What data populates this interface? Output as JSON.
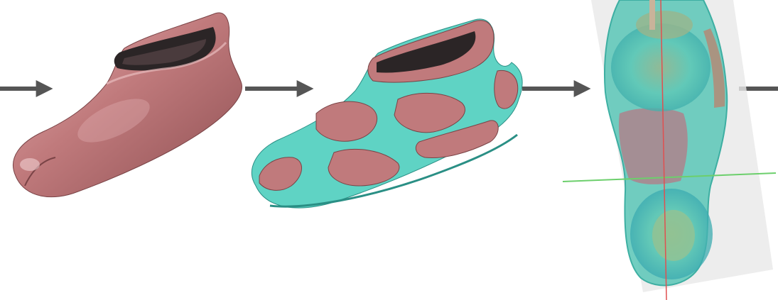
{
  "figure": {
    "background": "#ffffff",
    "colors": {
      "arrow": "#555555",
      "shoe_base": "#c07a7c",
      "shoe_dark": "#8e4f52",
      "shoe_light": "#e3aeb0",
      "overlay_teal": "#5fd3c4",
      "overlay_dark": "#2aa89a",
      "plane": "#e8e8e8",
      "axis_red": "#e05050",
      "axis_green": "#6ccf6c"
    },
    "stages": [
      {
        "name": "base-shoe-mesh"
      },
      {
        "name": "patterned-shoe-mesh"
      },
      {
        "name": "pressure-map-sole"
      }
    ],
    "arrows": [
      {
        "name": "arrow-in"
      },
      {
        "name": "arrow-1-2"
      },
      {
        "name": "arrow-2-3"
      },
      {
        "name": "arrow-out"
      }
    ]
  }
}
